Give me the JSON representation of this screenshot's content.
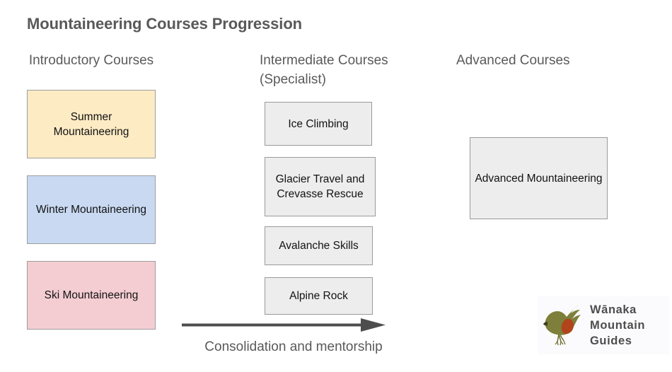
{
  "title": "Mountaineering Courses Progression",
  "columns": [
    {
      "id": "introductory",
      "header": "Introductory Courses"
    },
    {
      "id": "intermediate",
      "header": "Intermediate Courses\n(Specialist)"
    },
    {
      "id": "advanced",
      "header": "Advanced Courses"
    }
  ],
  "headers": {
    "introductory": "Introductory Courses",
    "intermediate_line1": "Intermediate Courses",
    "intermediate_line2": "(Specialist)",
    "advanced": "Advanced Courses"
  },
  "nodes": {
    "introductory": [
      {
        "label": "Summer Mountaineering",
        "fill": "#fdebc4",
        "border": "#9d9d9d"
      },
      {
        "label": "Winter Mountaineering",
        "fill": "#c9d9f2",
        "border": "#9d9d9d"
      },
      {
        "label": "Ski Mountaineering",
        "fill": "#f4cdd2",
        "border": "#9d9d9d"
      }
    ],
    "intermediate": [
      {
        "label": "Ice Climbing",
        "fill": "#ededed",
        "border": "#9a9a9a"
      },
      {
        "label": "Glacier Travel and Crevasse Rescue",
        "fill": "#ededed",
        "border": "#9a9a9a"
      },
      {
        "label": "Avalanche Skills",
        "fill": "#ededed",
        "border": "#9a9a9a"
      },
      {
        "label": "Alpine Rock",
        "fill": "#ededed",
        "border": "#9a9a9a"
      }
    ],
    "advanced": [
      {
        "label": "Advanced Mountaineering",
        "fill": "#ededed",
        "border": "#9a9a9a"
      }
    ]
  },
  "arrow": {
    "icon": "right-arrow-icon",
    "caption": "Consolidation and mentorship",
    "color": "#4d4d4d"
  },
  "logo": {
    "bird_icon": "bird-logo-icon",
    "line1": "Wānaka",
    "line2": "Mountain",
    "line3": "Guides",
    "bird_body_color": "#7d7f3a",
    "bird_accent_color": "#b1441a",
    "text_color": "#4d4d4d",
    "panel_background": "#fbfbfd"
  },
  "theme": {
    "background": "#ffffff",
    "title_color": "#595959",
    "header_color": "#5a5a5a",
    "node_text_color": "#121212"
  }
}
